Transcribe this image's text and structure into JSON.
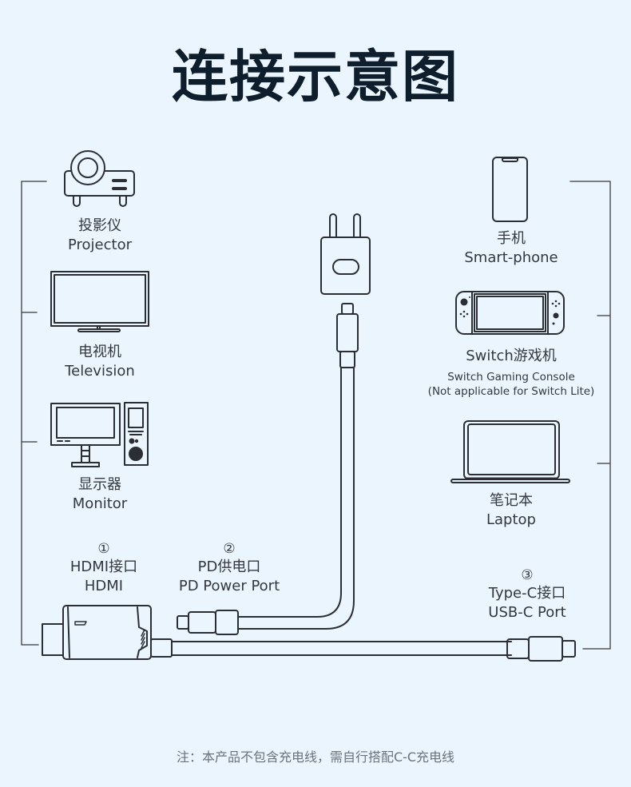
{
  "title": "连接示意图",
  "left_devices": [
    {
      "zh": "投影仪",
      "en": "Projector",
      "icon": "projector-icon"
    },
    {
      "zh": "电视机",
      "en": "Television",
      "icon": "television-icon"
    },
    {
      "zh": "显示器",
      "en": "Monitor",
      "icon": "monitor-pc-icon"
    }
  ],
  "right_devices": [
    {
      "zh": "手机",
      "en": "Smart-phone",
      "icon": "smartphone-icon"
    },
    {
      "zh": "Switch游戏机",
      "en": "Switch Gaming Console",
      "note": "(Not applicable for Switch Lite)",
      "icon": "switch-console-icon"
    },
    {
      "zh": "笔记本",
      "en": "Laptop",
      "icon": "laptop-icon"
    }
  ],
  "ports": [
    {
      "num": "①",
      "zh": "HDMI接口",
      "en": "HDMI"
    },
    {
      "num": "②",
      "zh": "PD供电口",
      "en": "PD Power Port"
    },
    {
      "num": "③",
      "zh": "Type-C接口",
      "en": "USB-C Port"
    }
  ],
  "charger": {
    "icon": "power-adapter-icon"
  },
  "footnote": "注：本产品不包含充电线，需自行搭配C-C充电线",
  "colors": {
    "background": "#ebf5fe",
    "line": "#2b2f33",
    "title": "#0f1e2c",
    "note": "#6b7378"
  }
}
